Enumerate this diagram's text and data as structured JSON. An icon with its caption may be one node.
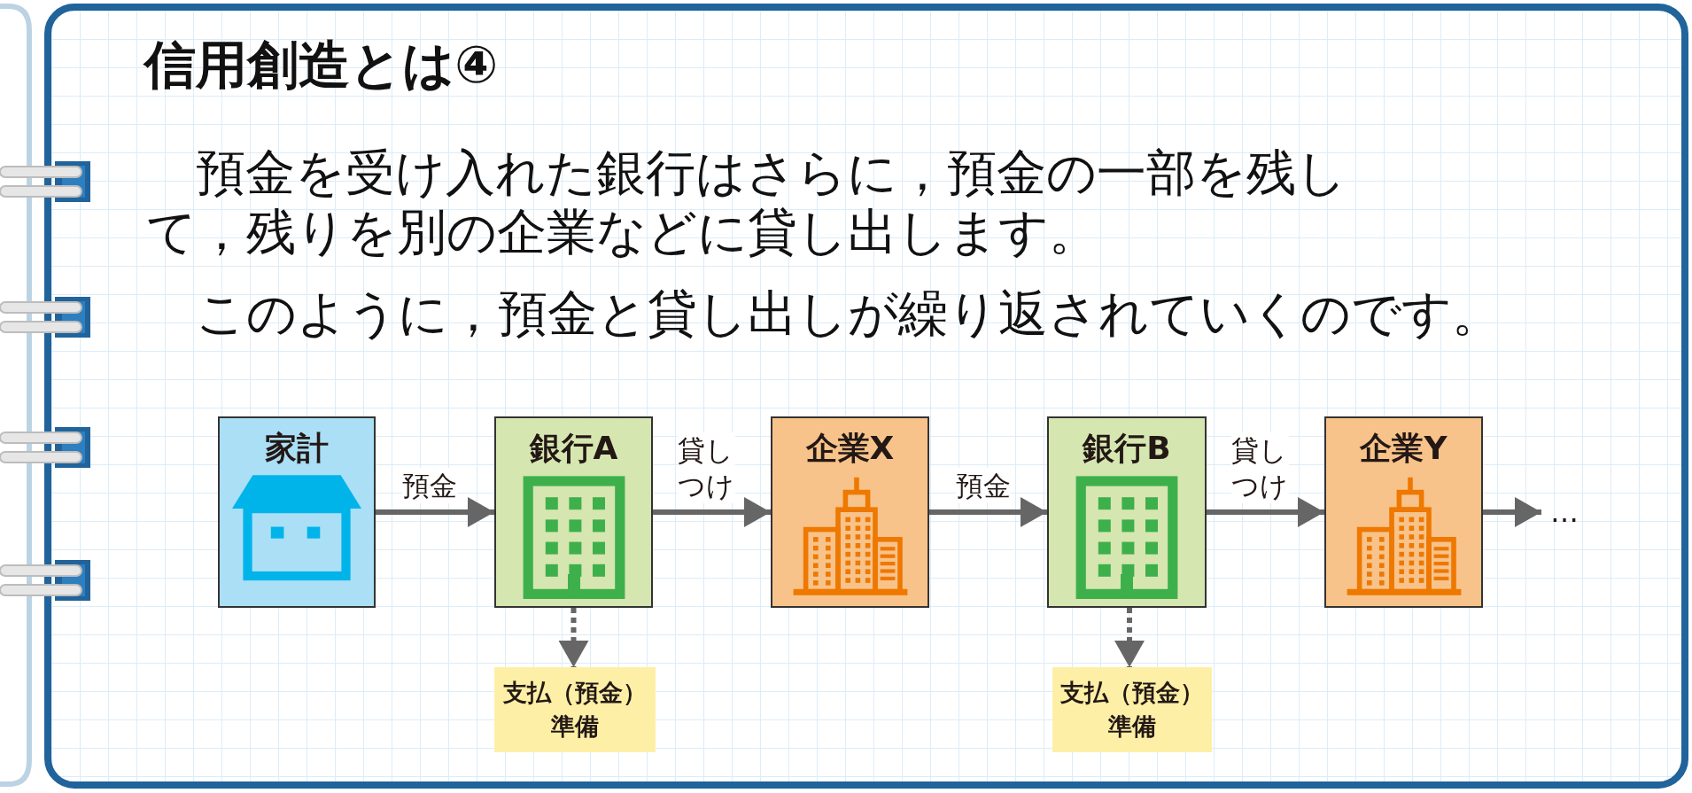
{
  "diagram": {
    "title": "信用創造とは④",
    "nodes": [
      {
        "text": [
          "家計"
        ]
      },
      {
        "text": [
          "銀行A"
        ]
      },
      {
        "text": [
          "企業X"
        ]
      },
      {
        "text": [
          "銀行B"
        ]
      },
      {
        "text": [
          "企業Y"
        ]
      },
      {
        "text": [
          "支払（預金）準備"
        ]
      },
      {
        "text": [
          "支払（預金）準備"
        ]
      },
      {
        "text": [
          "…"
        ]
      }
    ],
    "edges": [
      {
        "from": 0,
        "to": 1,
        "arrow": "to",
        "label": "預金"
      },
      {
        "from": 1,
        "to": 2,
        "arrow": "to",
        "label": "貸しつけ"
      },
      {
        "from": 2,
        "to": 3,
        "arrow": "to",
        "label": "預金"
      },
      {
        "from": 3,
        "to": 4,
        "arrow": "to",
        "label": "貸しつけ"
      },
      {
        "from": 1,
        "to": 5,
        "arrow": "to",
        "style": "dashed"
      },
      {
        "from": 3,
        "to": 6,
        "arrow": "to",
        "style": "dashed"
      },
      {
        "from": 4,
        "to": 7,
        "arrow": "to"
      }
    ],
    "labels": [
      "預金を受け入れた銀行はさらに，預金の一部を残して，残りを別の企業などに貸し出します。",
      "このように，預金と貸し出しが繰り返されていくのです。"
    ]
  }
}
